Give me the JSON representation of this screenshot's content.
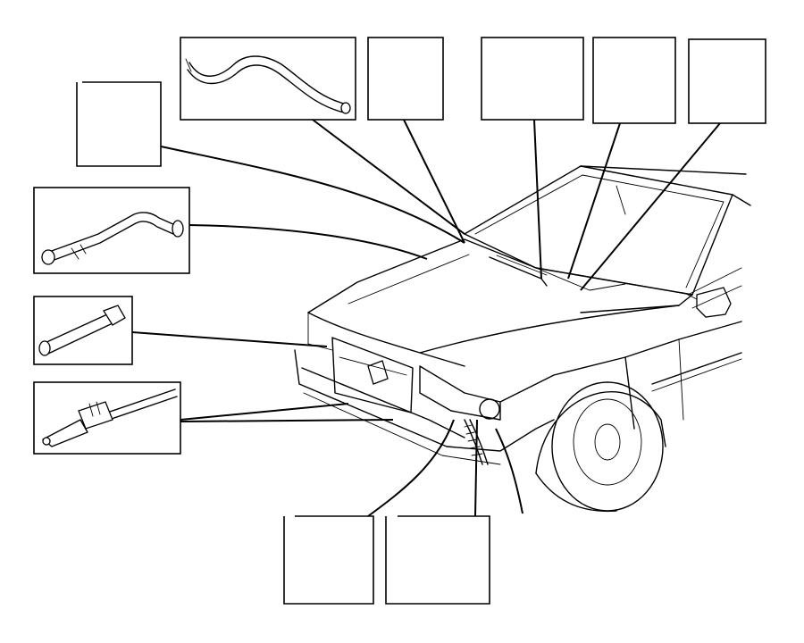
{
  "diagram": {
    "background": "#ffffff",
    "line_color": "#000000",
    "callout_boxes": [
      {
        "id": "top-left-blank",
        "content": "empty"
      },
      {
        "id": "hose-top",
        "content": "curved-hose-part"
      },
      {
        "id": "top-mid-1",
        "content": "empty"
      },
      {
        "id": "top-mid-2",
        "content": "empty"
      },
      {
        "id": "top-mid-3",
        "content": "empty"
      },
      {
        "id": "top-right",
        "content": "empty"
      },
      {
        "id": "left-hose",
        "content": "angled-hose-part"
      },
      {
        "id": "left-connector",
        "content": "connector-part"
      },
      {
        "id": "left-clip",
        "content": "clip-strap-part"
      },
      {
        "id": "bottom-1",
        "content": "empty"
      },
      {
        "id": "bottom-2",
        "content": "empty"
      }
    ]
  }
}
